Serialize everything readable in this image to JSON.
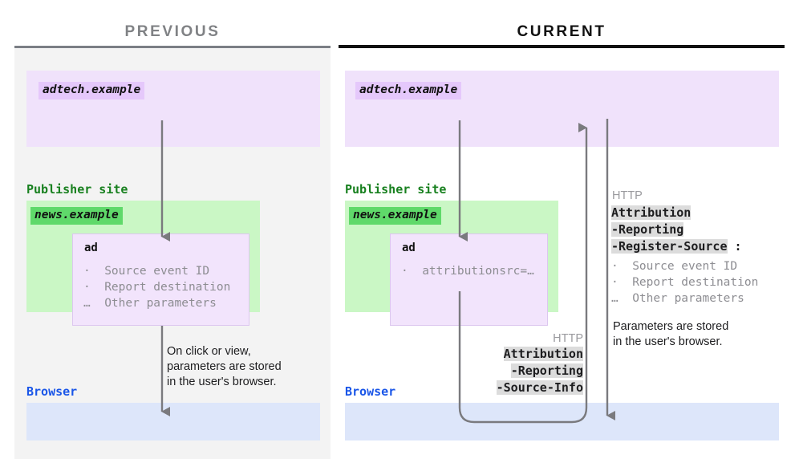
{
  "columns": {
    "previous": {
      "title": "PREVIOUS",
      "adtech_chip": "adtech.example",
      "publisher_label": "Publisher site",
      "news_chip": "news.example",
      "ad_title": "ad",
      "ad_params": "·  Source event ID\n·  Report destination\n…  Other parameters",
      "browser_label": "Browser",
      "note": "On click or view,\nparameters are stored\nin the user's browser."
    },
    "current": {
      "title": "CURRENT",
      "adtech_chip": "adtech.example",
      "publisher_label": "Publisher site",
      "news_chip": "news.example",
      "ad_title": "ad",
      "ad_params": "·  attributionsrc=…",
      "browser_label": "Browser",
      "request_header": {
        "protocol": "HTTP",
        "line1": "Attribution",
        "line2": "-Reporting",
        "line3": "-Source-Info"
      },
      "response_header": {
        "protocol": "HTTP",
        "line1": "Attribution",
        "line2": "-Reporting",
        "line3": "-Register-Source",
        "colon": ":",
        "params": "·  Source event ID\n·  Report destination\n…  Other parameters"
      },
      "note": "Parameters are stored\nin the user's browser."
    }
  },
  "colors": {
    "panel_previous_bg": "#f3f3f3",
    "zone_purple": "#f0e2fb",
    "zone_green": "#caf7c5",
    "zone_blue": "#dde6fa",
    "chip_purple": "#e5c8fb",
    "chip_green": "#5fd96a",
    "label_green": "#18801f",
    "label_blue": "#1a56e8",
    "arrow_gray": "#7a7a7e",
    "header_highlight": "#dcdcdc",
    "title_previous": "#808285",
    "title_current": "#111111"
  },
  "icons": {
    "arrow_down": "arrow-down-icon",
    "arrow_up": "arrow-up-icon",
    "flow_curve": "flow-curve-connector-icon"
  }
}
